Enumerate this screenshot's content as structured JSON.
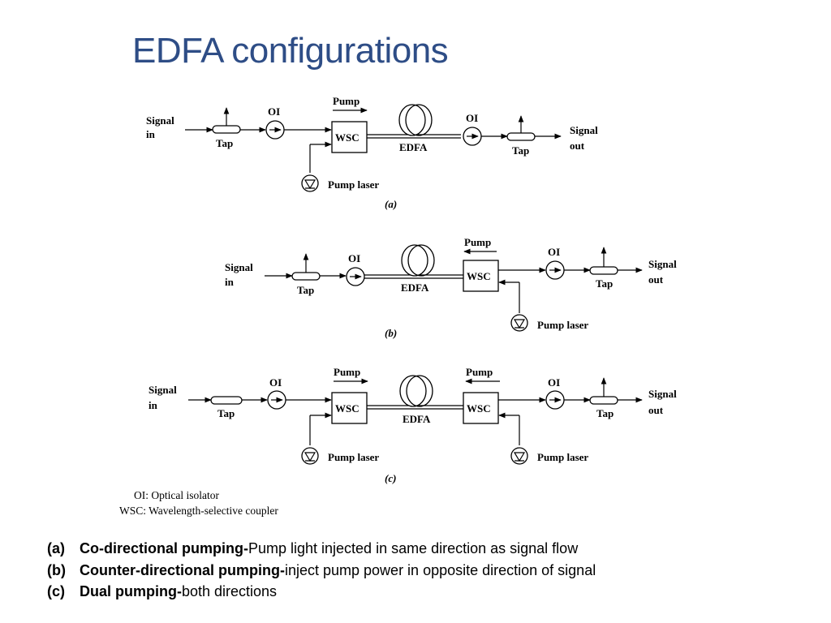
{
  "slide": {
    "title": "EDFA configurations"
  },
  "labels": {
    "signal": "Signal",
    "in": "in",
    "out": "out",
    "tap": "Tap",
    "oi": "OI",
    "pump": "Pump",
    "wsc": "WSC",
    "edfa": "EDFA",
    "pump_laser": "Pump laser"
  },
  "captions": {
    "a": "(a)",
    "b": "(b)",
    "c": "(c)"
  },
  "legend": {
    "oi": "OI: Optical isolator",
    "wsc": "WSC: Wavelength-selective coupler"
  },
  "notes": [
    {
      "letter": "(a)",
      "term": "Co-directional pumping-",
      "desc": "Pump light injected in same direction as signal flow"
    },
    {
      "letter": "(b)",
      "term": "Counter-directional pumping-",
      "desc": "inject pump power in opposite direction of signal"
    },
    {
      "letter": "(c)",
      "term": "Dual pumping-",
      "desc": "both directions"
    }
  ]
}
